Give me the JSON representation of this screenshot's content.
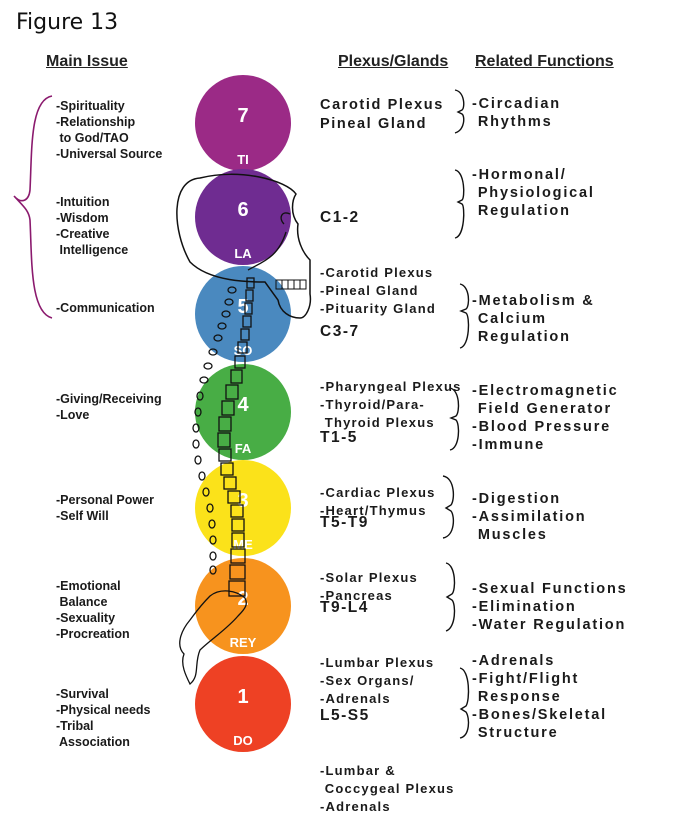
{
  "figure_title": "Figure 13",
  "headers": {
    "main_issue": "Main Issue",
    "plexus_glands": "Plexus/Glands",
    "related_functions": "Related Functions"
  },
  "bracket_color": "#8b1a6e",
  "chakras": [
    {
      "number": "7",
      "syllable": "TI",
      "color": "#9b2a86",
      "issues": "-Spirituality\n-Relationship\n to God/TAO\n-Universal Source",
      "region": "",
      "plexus": "Carotid Plexus\nPineal Gland",
      "functions": "-Circadian\n Rhythms"
    },
    {
      "number": "6",
      "syllable": "LA",
      "color": "#6f2c91",
      "issues": "-Intuition\n-Wisdom\n-Creative\n Intelligence",
      "region": "C1-2",
      "plexus": "-Carotid Plexus\n-Pineal Gland\n-Pituarity Gland",
      "functions": "-Hormonal/\n Physiological\n Regulation"
    },
    {
      "number": "5",
      "syllable": "SO",
      "color": "#4a89bf",
      "issues": "-Communication",
      "region": "C3-7",
      "plexus": "-Pharyngeal Plexus\n-Thyroid/Para-\n Thyroid Plexus",
      "functions": "-Metabolism &\n Calcium\n Regulation"
    },
    {
      "number": "4",
      "syllable": "FA",
      "color": "#48ad45",
      "issues": "-Giving/Receiving\n-Love",
      "region": "T1-5",
      "plexus": "-Cardiac Plexus\n-Heart/Thymus",
      "functions": "-Electromagnetic\n Field Generator\n-Blood Pressure\n-Immune"
    },
    {
      "number": "3",
      "syllable": "ME",
      "color": "#fbe21a",
      "issues": "-Personal Power\n-Self Will",
      "region": "T5-T9",
      "plexus": "-Solar Plexus\n-Pancreas",
      "functions": "-Digestion\n-Assimilation\n Muscles"
    },
    {
      "number": "2",
      "syllable": "REY",
      "color": "#f7931e",
      "issues": "-Emotional\n Balance\n-Sexuality\n-Procreation",
      "region": "T9-L4",
      "plexus": "-Lumbar Plexus\n-Sex Organs/\n-Adrenals",
      "functions": "-Sexual Functions\n-Elimination\n-Water Regulation"
    },
    {
      "number": "1",
      "syllable": "DO",
      "color": "#ee4124",
      "issues": "-Survival\n-Physical needs\n-Tribal\n Association",
      "region": "L5-S5",
      "plexus": "-Lumbar &\n Coccygeal Plexus\n-Adrenals",
      "functions": "-Adrenals\n-Fight/Flight\n Response\n-Bones/Skeletal\n Structure"
    }
  ]
}
